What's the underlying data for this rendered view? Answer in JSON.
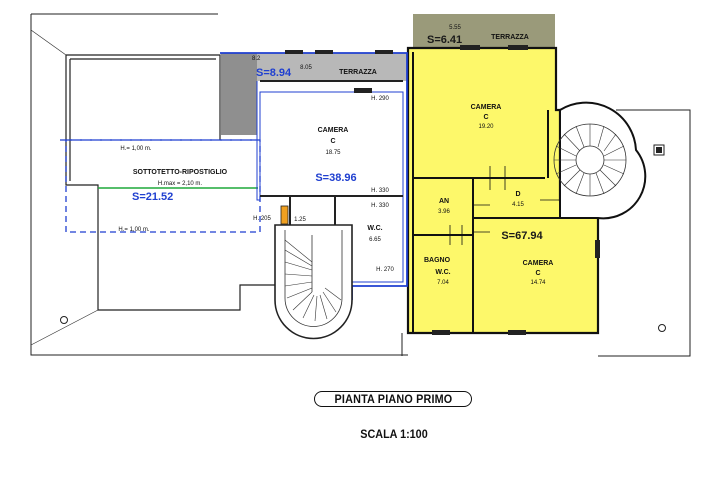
{
  "plan": {
    "rooms": {
      "sottotetto": {
        "name": "SOTTOTETTO-RIPOSTIGLIO",
        "hmax": "H.max = 2,10 m.",
        "area": "S=21.52",
        "h_top": "H.= 1,00 m.",
        "h_bottom": "H.= 1,00 m."
      },
      "terrazza_left": {
        "name": "TERRAZZA",
        "area": "S=8.94",
        "code": "8.2",
        "width": "8.05"
      },
      "camera_mid": {
        "name": "CAMERA",
        "cat": "C",
        "sqm": "18.75",
        "h1": "H. 290",
        "h2": "H. 330"
      },
      "wc_mid": {
        "name": "W.C.",
        "sqm": "6.65",
        "h1": "H. 330",
        "h2": "H. 270"
      },
      "terrazza_top": {
        "name": "TERRAZZA",
        "area": "S=6.41",
        "dim": "5.55"
      },
      "camera_top": {
        "name": "CAMERA",
        "cat": "C",
        "sqm": "19.20"
      },
      "an": {
        "name": "AN",
        "sqm": "3.96"
      },
      "d": {
        "name": "D",
        "sqm": "4.15"
      },
      "bagno": {
        "name": "BAGNO",
        "sub": "W.C.",
        "sqm": "7.04"
      },
      "camera_right": {
        "name": "CAMERA",
        "cat": "C",
        "sqm": "14.74"
      }
    },
    "totals": {
      "mid": "S=38.96",
      "right": "S=67.94"
    },
    "misc": {
      "h_small": "H. 205",
      "dim_stair": "1.25"
    }
  },
  "title": "PIANTA PIANO PRIMO",
  "scale": "SCALA 1:100",
  "colors": {
    "yellow": "#fdf86a",
    "grey": "#8f8f8f",
    "blue_outline": "#1f3fd0",
    "green_line": "#1fa83a"
  }
}
